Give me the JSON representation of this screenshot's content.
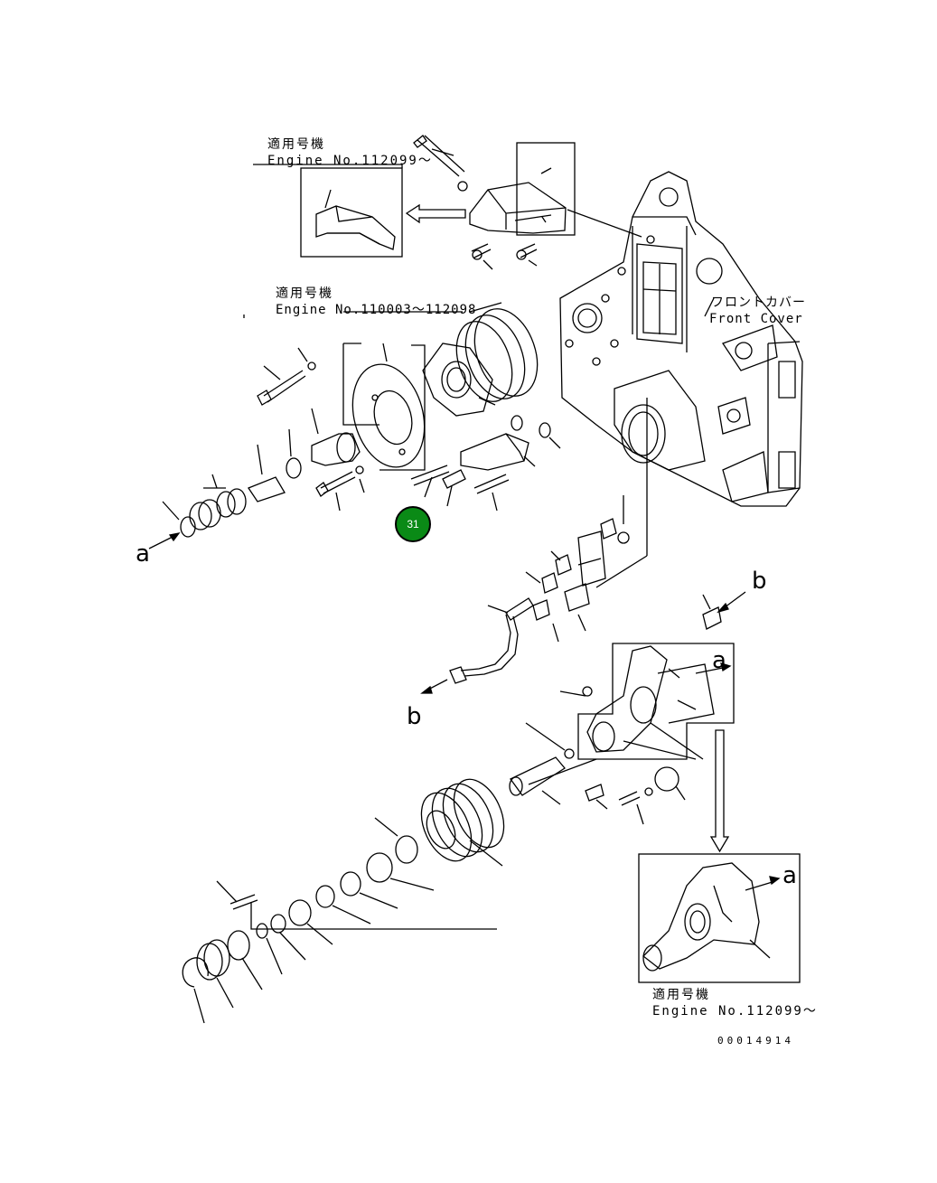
{
  "labels": {
    "applicable_top_jp": "適用号機",
    "applicable_top_en": "Engine No.112099～",
    "applicable_mid_jp": "適用号機",
    "applicable_mid_en": "Engine No.110003～112098",
    "front_cover_jp": "フロントカバー",
    "front_cover_en": "Front Cover",
    "applicable_bottom_jp": "適用号機",
    "applicable_bottom_en": "Engine No.112099～",
    "arrow_a_left": "a",
    "arrow_b_top": "b",
    "arrow_b_bottom": "b",
    "arrow_a_right": "a",
    "arrow_a_inset": "a"
  },
  "hotspot": {
    "number": "31",
    "color": "#0a8a16"
  },
  "document_number": "00014914"
}
